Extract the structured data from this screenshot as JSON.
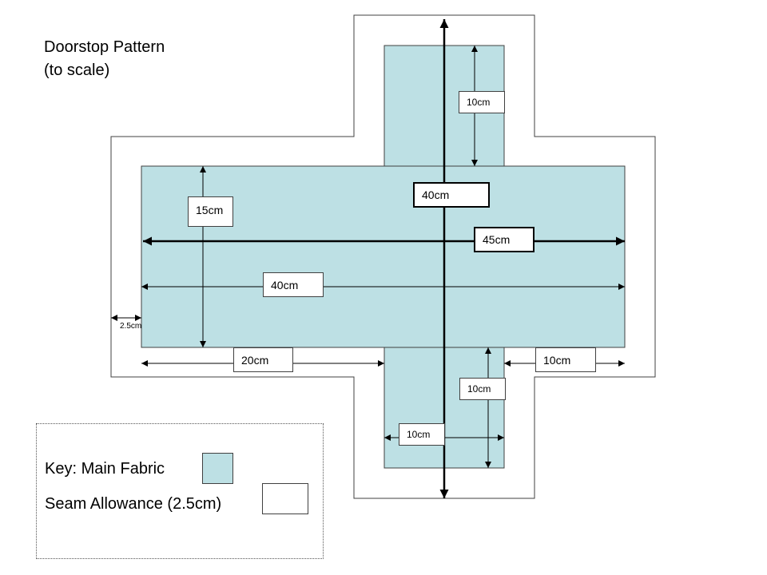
{
  "title": {
    "line1": "Doorstop Pattern",
    "line2": "(to scale)"
  },
  "labels": {
    "arm_top_length": "10cm",
    "center_vertical": "40cm",
    "center_horizontal": "45cm",
    "body_height": "15cm",
    "body_width": "40cm",
    "seam_offset": "2.5cm",
    "left_segment": "20cm",
    "right_segment": "10cm",
    "arm_bottom_length": "10cm",
    "arm_bottom_width": "10cm"
  },
  "key": {
    "main_fabric_label": "Key: Main Fabric",
    "seam_allowance_label": "Seam Allowance (2.5cm)"
  },
  "colors": {
    "main_fabric": "#bde0e4",
    "seam_allowance": "#ffffff",
    "outline": "#404040"
  }
}
